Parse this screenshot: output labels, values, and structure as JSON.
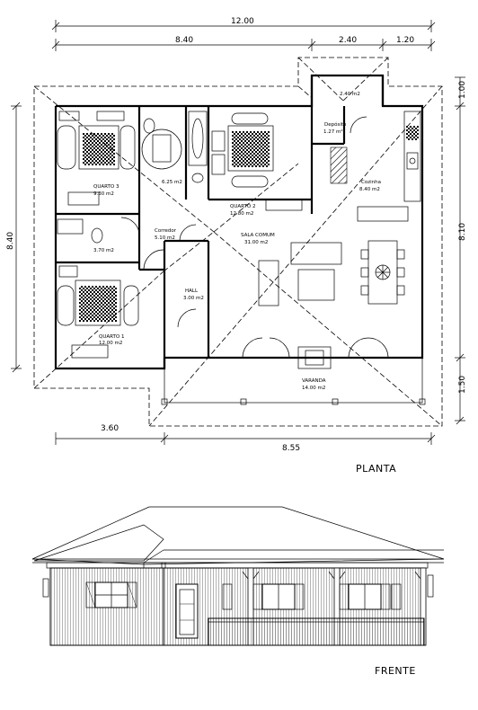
{
  "titles": {
    "plan": "PLANTA",
    "front": "FRENTE"
  },
  "dimensions": {
    "total_width": "12.00",
    "left_span": "8.40",
    "mid_span": "2.40",
    "right_span": "1.20",
    "left_height": "8.40",
    "right_top": "1.00",
    "right_mid": "8.10",
    "right_bottom": "1.50",
    "bottom_left": "3.60",
    "bottom_right": "8.55"
  },
  "rooms": {
    "quarto3_name": "QUARTO 3",
    "quarto3_area": "9.30 m2",
    "bath_top": "6.25 m2",
    "quarto2_name": "QUARTO 2",
    "quarto2_area": "12.80 m2",
    "porch_area": "2.40 m2",
    "deposito_name": "Depósito",
    "deposito_area": "1.27 m²",
    "cozinha_name": "Cozinha",
    "cozinha_area": "8.40 m2",
    "corredor_name": "Corredor",
    "corredor_area": "5.10 m2",
    "sala_name": "SALA COMUM",
    "sala_area": "31.00 m2",
    "bath2_area": "3.70 m2",
    "hall_name": "HALL",
    "hall_area": "3.00 m2",
    "quarto1_name": "QUARTO 1",
    "quarto1_area": "12.00 m2",
    "varanda_name": "VARANDA",
    "varanda_area": "14.00 m2"
  }
}
